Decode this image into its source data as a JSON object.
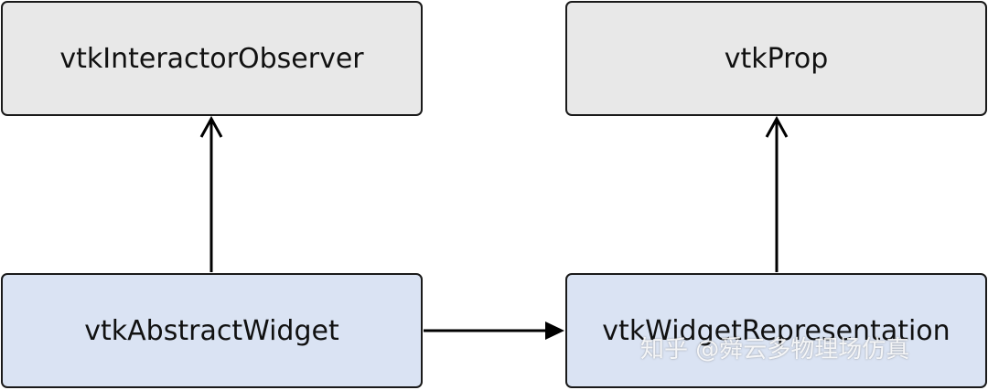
{
  "colors": {
    "top_box_fill": "#e8e8e8",
    "bottom_box_fill": "#dae3f3",
    "stroke": "#000000"
  },
  "boxes": {
    "interactor_observer": "vtkInteractorObserver",
    "prop": "vtkProp",
    "abstract_widget": "vtkAbstractWidget",
    "widget_representation": "vtkWidgetRepresentation"
  },
  "watermark": "知乎 @舜云多物理场仿真"
}
